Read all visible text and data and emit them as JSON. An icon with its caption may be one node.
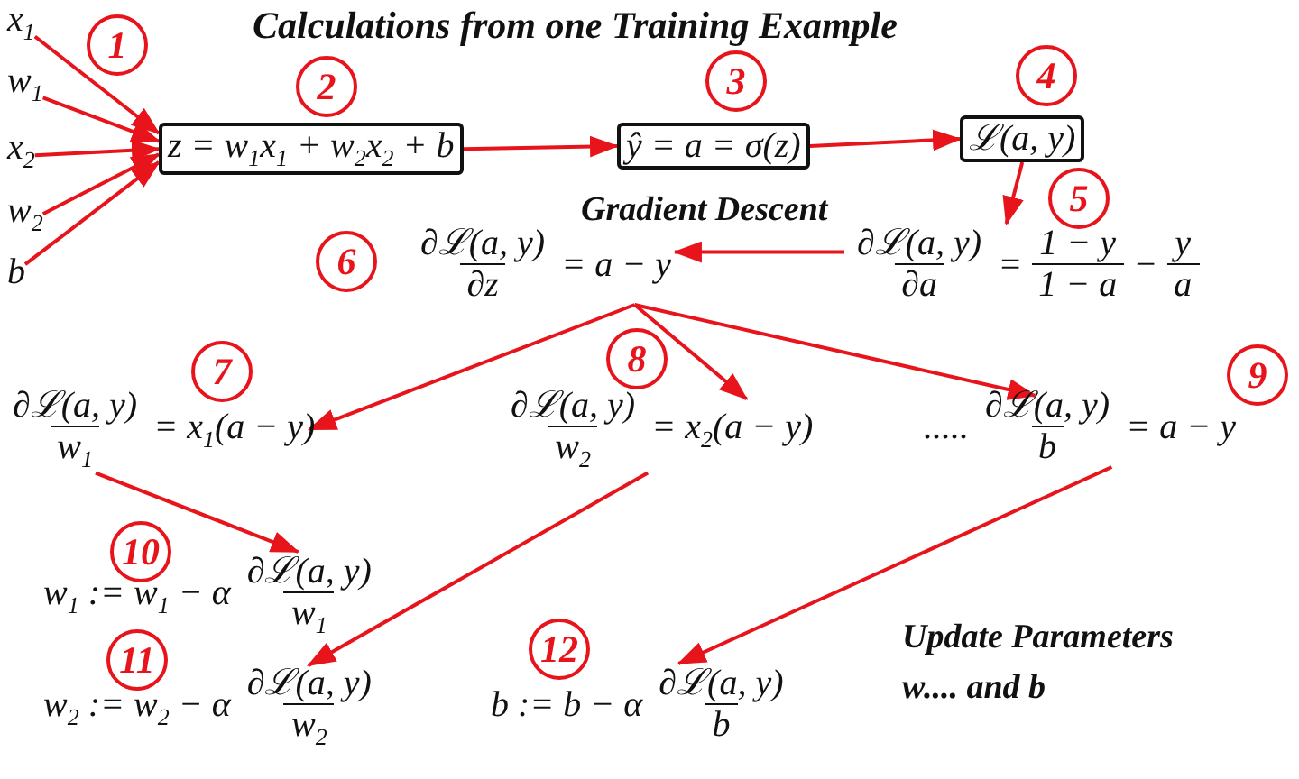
{
  "diagram": {
    "title": "Calculations from one Training Example",
    "nodes": [
      {
        "text": [
          "x$_{1}$"
        ]
      },
      {
        "text": [
          "w$_{1}$"
        ]
      },
      {
        "text": [
          "x$_{2}$"
        ]
      },
      {
        "text": [
          "w$_{2}$"
        ]
      },
      {
        "text": [
          "b"
        ]
      },
      {
        "text": [
          "z = w$_{1}$x$_{1}$ + w$_{2}$x$_{2}$ + b"
        ]
      },
      {
        "text": [
          "ŷ = a = σ(z)"
        ]
      },
      {
        "text": [
          "ℒ(a, y)"
        ]
      },
      {
        "text": [
          "∂ℒ(a, y)",
          "∂a",
          "=",
          "1 − y",
          "1 − a",
          "−",
          "y",
          "a"
        ]
      },
      {
        "text": [
          "∂ℒ(a, y)",
          "∂z",
          "= a − y"
        ]
      },
      {
        "text": [
          "∂ℒ(a, y)",
          "w$_{1}$",
          "= x$_{1}$(a − y)"
        ]
      },
      {
        "text": [
          "∂ℒ(a, y)",
          "w$_{2}$",
          "= x$_{2}$(a − y)"
        ]
      },
      {
        "text": [
          ".....",
          "∂ℒ(a, y)",
          "b",
          "= a − y"
        ]
      },
      {
        "text": [
          "w$_{1}$ := w$_{1}$ − α",
          "∂ℒ(a, y)",
          "w$_{1}$"
        ]
      },
      {
        "text": [
          "w$_{2}$ := w$_{2}$ − α",
          "∂ℒ(a, y)",
          "w$_{2}$"
        ]
      },
      {
        "text": [
          "b := b − α",
          "∂ℒ(a, y)",
          "b"
        ]
      }
    ],
    "edges": [
      {
        "from": 0,
        "to": 5,
        "arrow": "to"
      },
      {
        "from": 1,
        "to": 5,
        "arrow": "to"
      },
      {
        "from": 2,
        "to": 5,
        "arrow": "to"
      },
      {
        "from": 3,
        "to": 5,
        "arrow": "to"
      },
      {
        "from": 4,
        "to": 5,
        "arrow": "to"
      },
      {
        "from": 5,
        "to": 6,
        "arrow": "to"
      },
      {
        "from": 6,
        "to": 7,
        "arrow": "to"
      },
      {
        "from": 7,
        "to": 8,
        "arrow": "to"
      },
      {
        "from": 8,
        "to": 9,
        "arrow": "to"
      },
      {
        "from": 9,
        "to": 10,
        "arrow": "to"
      },
      {
        "from": 9,
        "to": 11,
        "arrow": "to"
      },
      {
        "from": 9,
        "to": 12,
        "arrow": "to"
      },
      {
        "from": 10,
        "to": 13,
        "arrow": "to"
      },
      {
        "from": 11,
        "to": 14,
        "arrow": "to"
      },
      {
        "from": 12,
        "to": 15,
        "arrow": "to"
      }
    ],
    "labels": [
      "1",
      "2",
      "3",
      "4",
      "Gradient Descent",
      "5",
      "6",
      "7",
      "8",
      "9",
      "10",
      "11",
      "12",
      "Update Parameters w.... and b"
    ]
  }
}
